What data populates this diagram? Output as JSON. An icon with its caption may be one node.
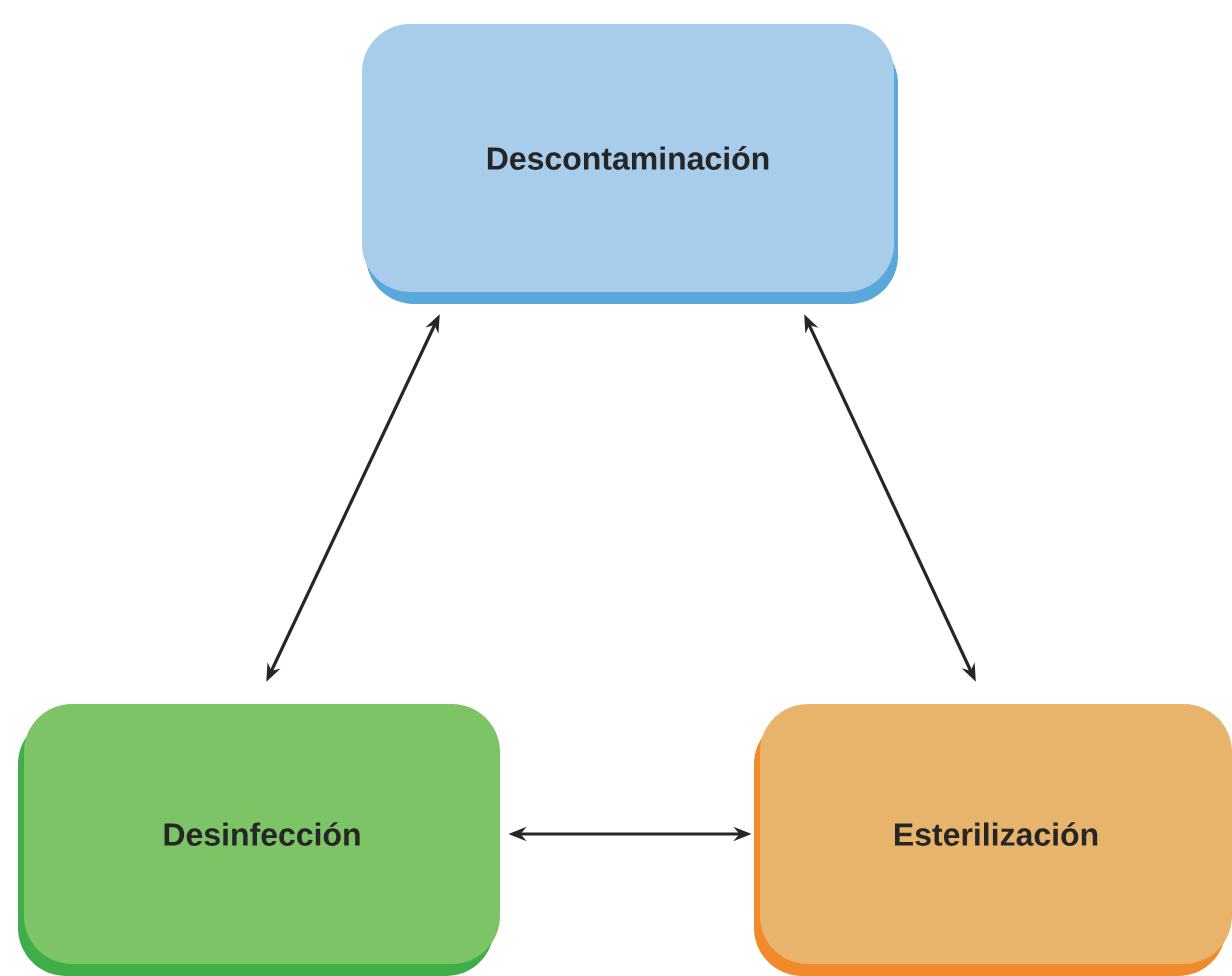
{
  "diagram": {
    "nodes": [
      {
        "text": [
          "Descontaminación"
        ]
      },
      {
        "text": [
          "Desinfección"
        ]
      },
      {
        "text": [
          "Esterilización"
        ]
      }
    ],
    "edges": [
      {
        "from": 0,
        "to": 1,
        "arrow": "both"
      },
      {
        "from": 0,
        "to": 2,
        "arrow": "both"
      },
      {
        "from": 1,
        "to": 2,
        "arrow": "both"
      }
    ]
  }
}
